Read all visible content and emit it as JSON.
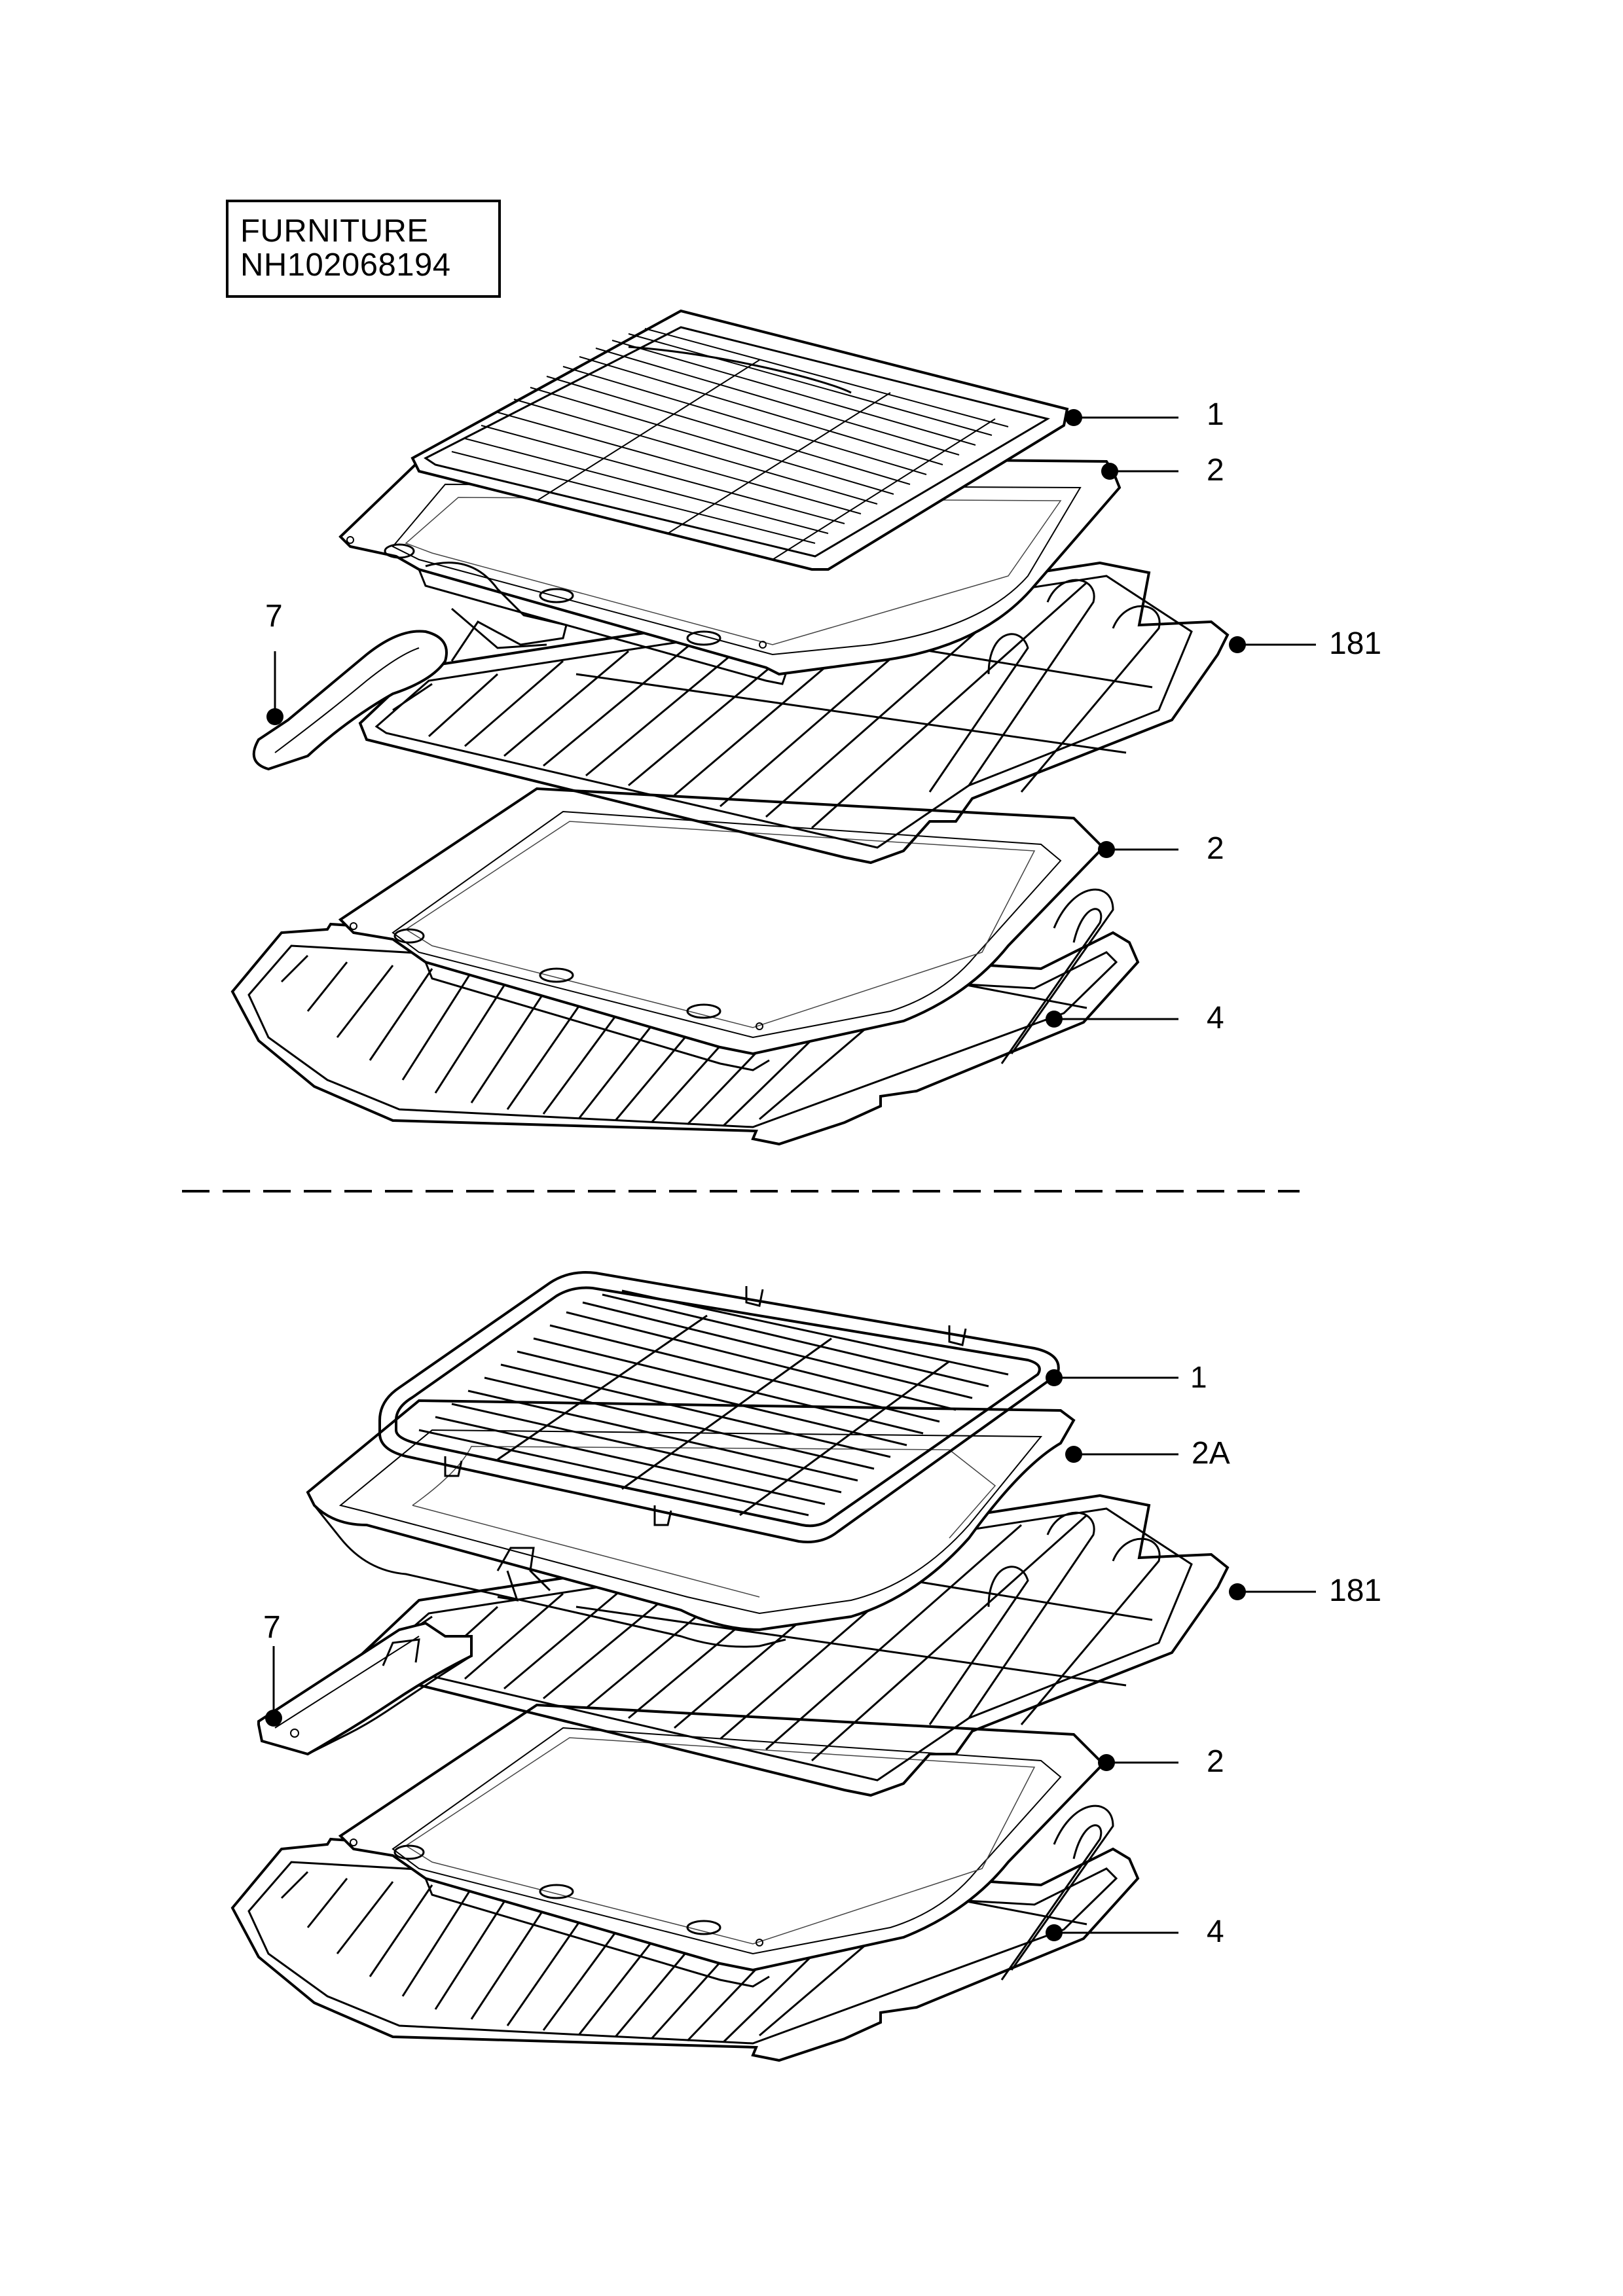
{
  "title": {
    "line1": "FURNITURE",
    "line2": "NH102068194"
  },
  "callouts_top": [
    {
      "id": "top-1",
      "label": "1"
    },
    {
      "id": "top-2a",
      "label": "2"
    },
    {
      "id": "top-7",
      "label": "7"
    },
    {
      "id": "top-181",
      "label": "181"
    },
    {
      "id": "top-2b",
      "label": "2"
    },
    {
      "id": "top-4",
      "label": "4"
    }
  ],
  "callouts_bottom": [
    {
      "id": "bot-1",
      "label": "1"
    },
    {
      "id": "bot-2A",
      "label": "2A"
    },
    {
      "id": "bot-7",
      "label": "7"
    },
    {
      "id": "bot-181",
      "label": "181"
    },
    {
      "id": "bot-2",
      "label": "2"
    },
    {
      "id": "bot-4",
      "label": "4"
    }
  ]
}
